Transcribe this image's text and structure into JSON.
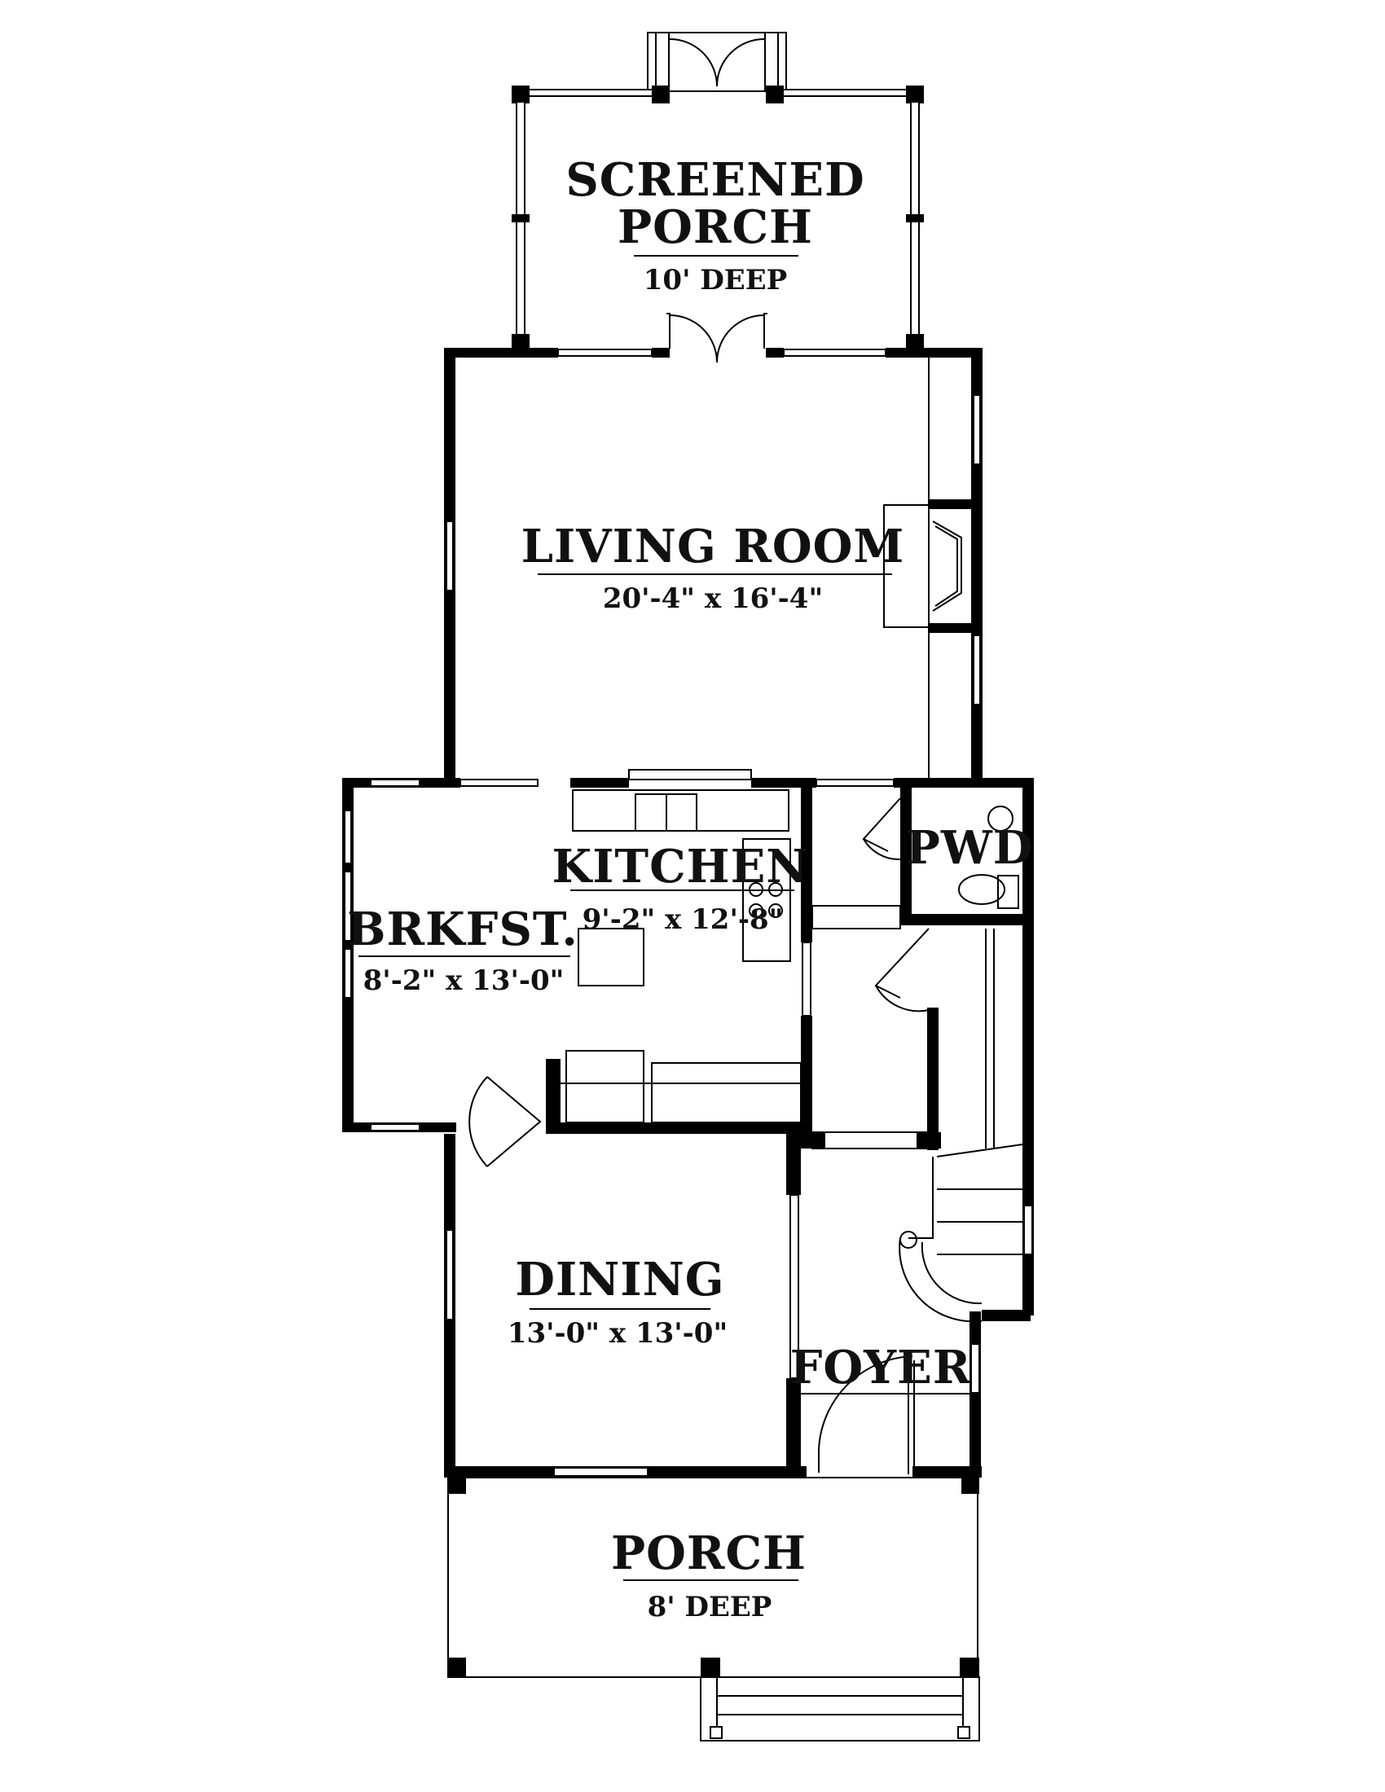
{
  "plan": {
    "colors": {
      "ink": "#000000",
      "background": "#ffffff"
    },
    "rooms": {
      "screened_porch": {
        "name_line1": "SCREENED",
        "name_line2": "PORCH",
        "size": "10' DEEP"
      },
      "living_room": {
        "name": "LIVING ROOM",
        "size": "20'-4\" x 16'-4\""
      },
      "kitchen": {
        "name": "KITCHEN",
        "size": "9'-2\" x 12'-8\""
      },
      "breakfast": {
        "name": "BRKFST.",
        "size": "8'-2\" x 13'-0\""
      },
      "powder": {
        "name": "PWD"
      },
      "dining": {
        "name": "DINING",
        "size": "13'-0\" x 13'-0\""
      },
      "foyer": {
        "name": "FOYER"
      },
      "porch": {
        "name": "PORCH",
        "size": "8' DEEP"
      }
    }
  }
}
